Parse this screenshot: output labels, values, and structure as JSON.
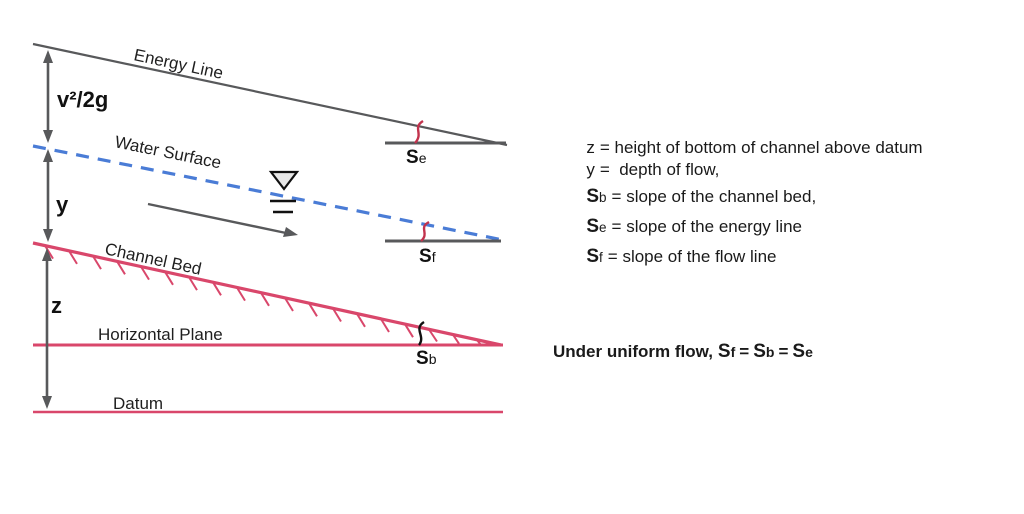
{
  "figure": {
    "line_labels": {
      "energy_line": "Energy Line",
      "water_surface": "Water Surface",
      "channel_bed": "Channel Bed",
      "horizontal_plane": "Horizontal Plane",
      "datum": "Datum"
    },
    "dim_labels": {
      "velocity_head": "v²/2g",
      "flow_depth": "y",
      "bed_height": "z"
    },
    "slope_markers": {
      "energy": {
        "s": "S",
        "sub": "e"
      },
      "flow": {
        "s": "S",
        "sub": "f"
      },
      "bed": {
        "s": "S",
        "sub": "b"
      }
    }
  },
  "definitions": [
    {
      "sym": "z",
      "rest": "= height of bottom of channel above datum"
    },
    {
      "sym": "y",
      "rest": "=  depth of flow,"
    },
    {
      "sym": "S",
      "sub": "b",
      "rest": "= slope of the channel bed,"
    },
    {
      "sym": "S",
      "sub": "e",
      "rest": "= slope of the energy line"
    },
    {
      "sym": "S",
      "sub": "f",
      "rest": "= slope of the flow line"
    }
  ],
  "uniform_flow": {
    "prefix": "Under uniform flow,",
    "eq": "=",
    "terms": [
      {
        "s": "S",
        "sub": "f"
      },
      {
        "s": "S",
        "sub": "b"
      },
      {
        "s": "S",
        "sub": "e"
      }
    ]
  },
  "colors": {
    "line_gray": "#58595b",
    "water_blue": "#4a7cd6",
    "bed_pink": "#d9476b",
    "arc_red": "#c2334d",
    "text": "#1a1a1a",
    "nabla_fill": "#e8e8e8"
  }
}
